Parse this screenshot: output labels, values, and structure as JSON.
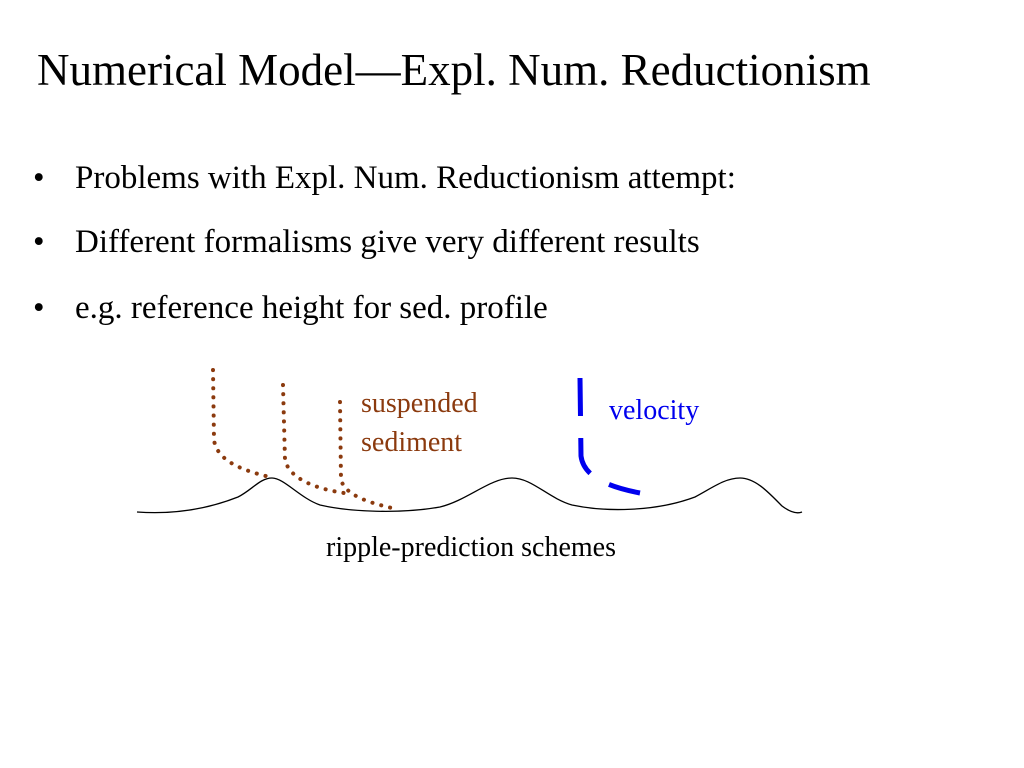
{
  "slide": {
    "title": "Numerical Model—Expl. Num. Reductionism",
    "bullets": [
      "Problems with Expl. Num. Reductionism attempt:",
      "Different formalisms give very different results",
      "e.g. reference height for sed. profile"
    ],
    "bullet_marker": "•"
  },
  "diagram": {
    "suspended_sediment_label_line1": "suspended",
    "suspended_sediment_label_line2": "sediment",
    "velocity_label": "velocity",
    "ripple_label": "ripple-prediction schemes",
    "colors": {
      "sediment": "#8B3A0E",
      "velocity": "#0000EE",
      "bed": "#000000"
    }
  }
}
